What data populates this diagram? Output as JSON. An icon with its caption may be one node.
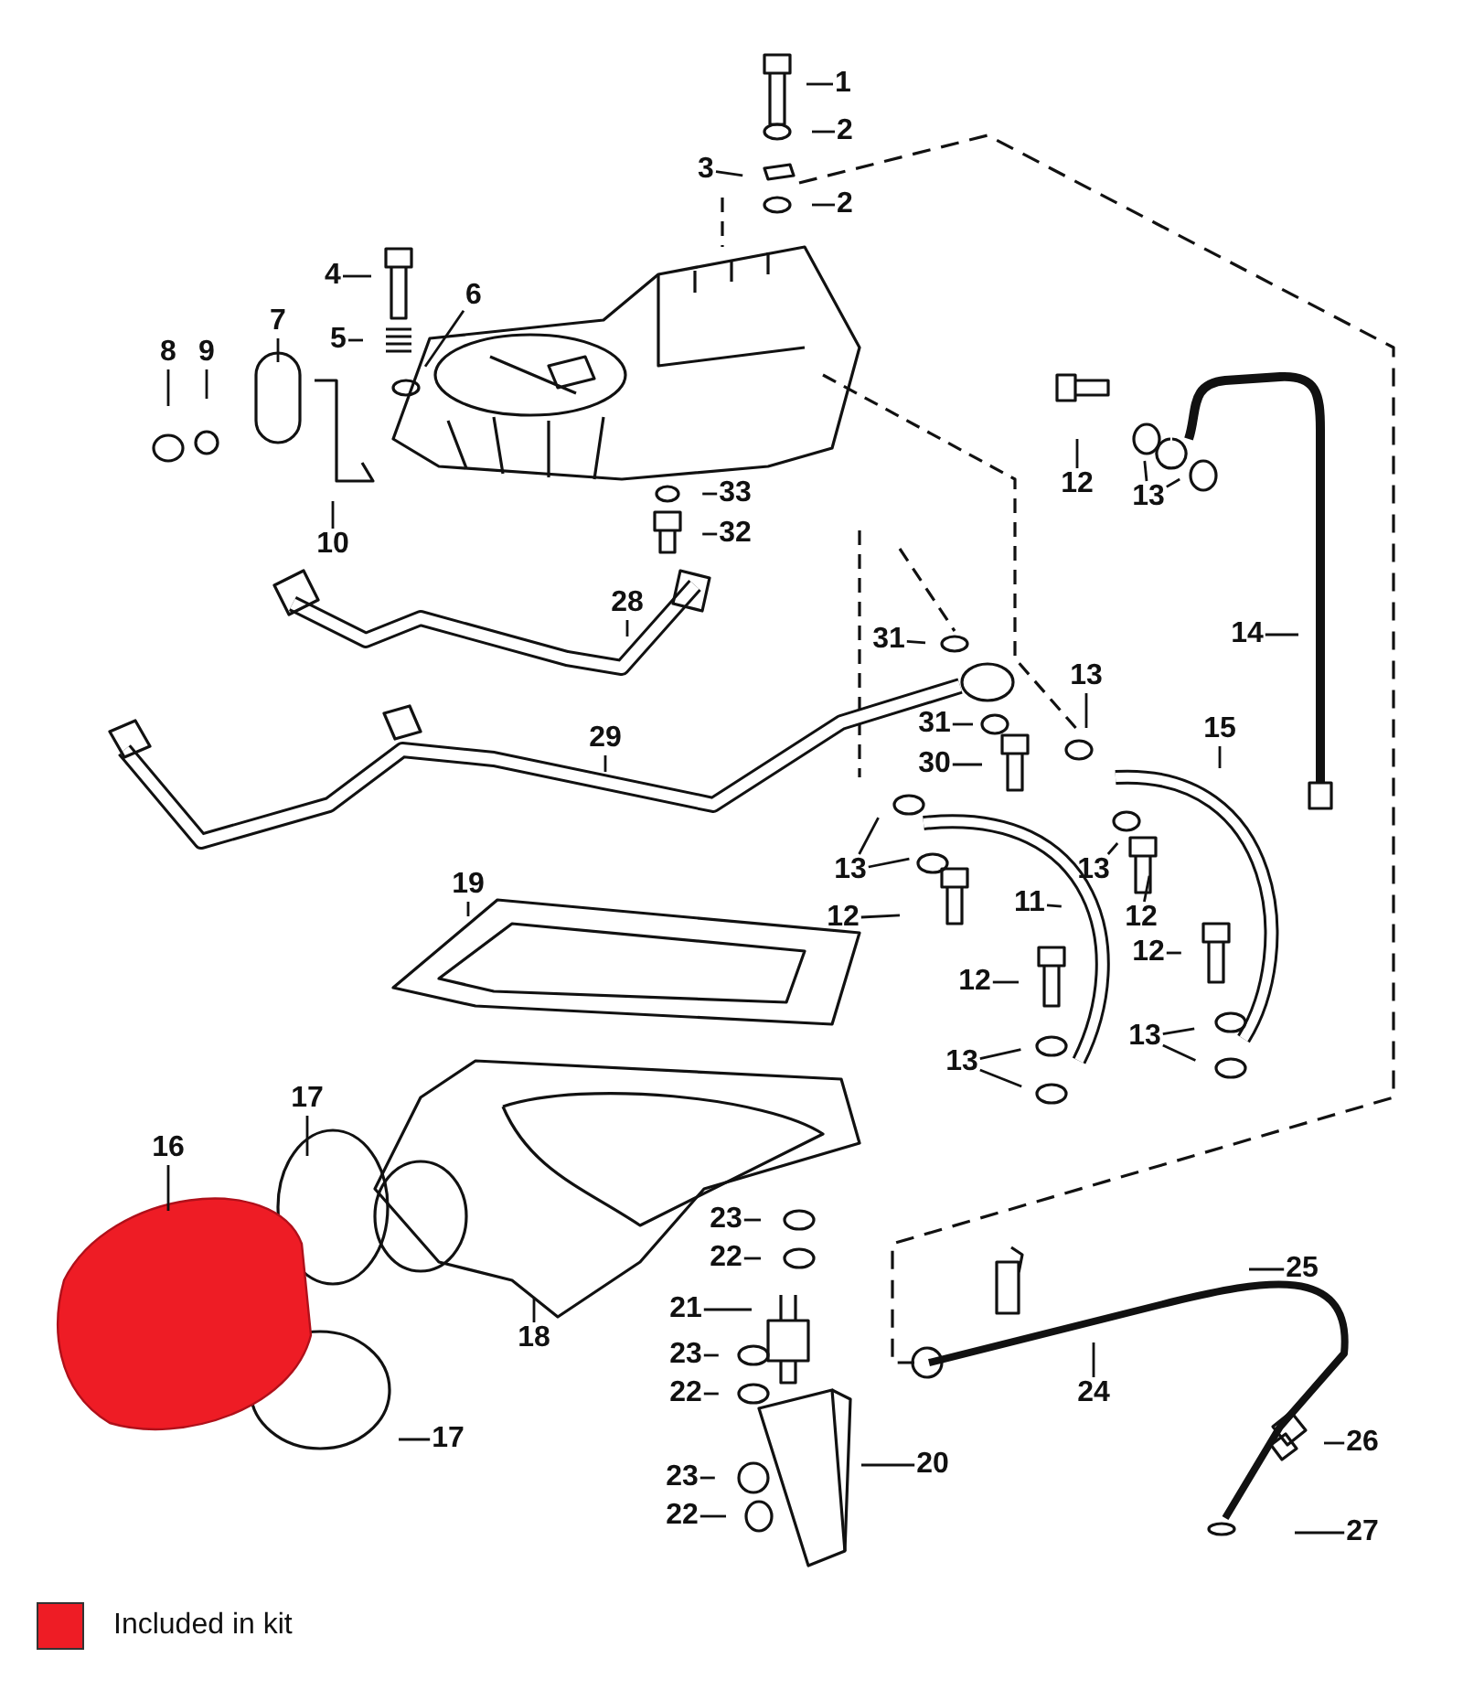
{
  "diagram": {
    "nodes": [
      {
        "text": [
          "1"
        ]
      },
      {
        "text": [
          "2"
        ]
      },
      {
        "text": [
          "3"
        ]
      },
      {
        "text": [
          "2"
        ]
      },
      {
        "text": [
          "4"
        ]
      },
      {
        "text": [
          "6"
        ]
      },
      {
        "text": [
          "5"
        ]
      },
      {
        "text": [
          "7"
        ]
      },
      {
        "text": [
          "8"
        ]
      },
      {
        "text": [
          "9"
        ]
      },
      {
        "text": [
          "10"
        ]
      },
      {
        "text": [
          "12"
        ]
      },
      {
        "text": [
          "13"
        ]
      },
      {
        "text": [
          "33"
        ]
      },
      {
        "text": [
          "32"
        ]
      },
      {
        "text": [
          "28"
        ]
      },
      {
        "text": [
          "14"
        ]
      },
      {
        "text": [
          "31"
        ]
      },
      {
        "text": [
          "13"
        ]
      },
      {
        "text": [
          "29"
        ]
      },
      {
        "text": [
          "31"
        ]
      },
      {
        "text": [
          "30"
        ]
      },
      {
        "text": [
          "15"
        ]
      },
      {
        "text": [
          "13"
        ]
      },
      {
        "text": [
          "13"
        ]
      },
      {
        "text": [
          "12"
        ]
      },
      {
        "text": [
          "11"
        ]
      },
      {
        "text": [
          "12"
        ]
      },
      {
        "text": [
          "19"
        ]
      },
      {
        "text": [
          "12"
        ]
      },
      {
        "text": [
          "12"
        ]
      },
      {
        "text": [
          "13"
        ]
      },
      {
        "text": [
          "13"
        ]
      },
      {
        "text": [
          "16"
        ]
      },
      {
        "text": [
          "17"
        ]
      },
      {
        "text": [
          "23"
        ]
      },
      {
        "text": [
          "22"
        ]
      },
      {
        "text": [
          "18"
        ]
      },
      {
        "text": [
          "25"
        ]
      },
      {
        "text": [
          "21"
        ]
      },
      {
        "text": [
          "23"
        ]
      },
      {
        "text": [
          "22"
        ]
      },
      {
        "text": [
          "24"
        ]
      },
      {
        "text": [
          "17"
        ]
      },
      {
        "text": [
          "26"
        ]
      },
      {
        "text": [
          "20"
        ]
      },
      {
        "text": [
          "23"
        ]
      },
      {
        "text": [
          "22"
        ]
      },
      {
        "text": [
          "27"
        ]
      }
    ],
    "edges": [
      {
        "from": 0,
        "to": null,
        "arrow": "none"
      },
      {
        "from": 1,
        "to": null,
        "arrow": "none"
      },
      {
        "from": 2,
        "to": null,
        "arrow": "none"
      },
      {
        "from": 3,
        "to": null,
        "arrow": "none"
      },
      {
        "from": 4,
        "to": null,
        "arrow": "none"
      },
      {
        "from": 5,
        "to": null,
        "arrow": "none"
      },
      {
        "from": 6,
        "to": null,
        "arrow": "none"
      },
      {
        "from": 7,
        "to": null,
        "arrow": "none"
      },
      {
        "from": 8,
        "to": null,
        "arrow": "none"
      },
      {
        "from": 9,
        "to": null,
        "arrow": "none"
      },
      {
        "from": 10,
        "to": null,
        "arrow": "none"
      },
      {
        "from": 11,
        "to": null,
        "arrow": "none"
      },
      {
        "from": 12,
        "to": null,
        "arrow": "none"
      },
      {
        "from": 12,
        "to": null,
        "arrow": "none"
      },
      {
        "from": 13,
        "to": null,
        "arrow": "none"
      },
      {
        "from": 14,
        "to": null,
        "arrow": "none"
      },
      {
        "from": 15,
        "to": null,
        "arrow": "none"
      },
      {
        "from": 16,
        "to": null,
        "arrow": "none"
      },
      {
        "from": 17,
        "to": null,
        "arrow": "none"
      },
      {
        "from": 18,
        "to": null,
        "arrow": "none"
      },
      {
        "from": 19,
        "to": null,
        "arrow": "none"
      },
      {
        "from": 20,
        "to": null,
        "arrow": "none"
      },
      {
        "from": 21,
        "to": null,
        "arrow": "none"
      },
      {
        "from": 22,
        "to": null,
        "arrow": "none"
      },
      {
        "from": 23,
        "to": null,
        "arrow": "none"
      },
      {
        "from": 23,
        "to": null,
        "arrow": "none"
      },
      {
        "from": 24,
        "to": null,
        "arrow": "none"
      },
      {
        "from": 25,
        "to": null,
        "arrow": "none"
      },
      {
        "from": 26,
        "to": null,
        "arrow": "none"
      },
      {
        "from": 27,
        "to": null,
        "arrow": "none"
      },
      {
        "from": 28,
        "to": null,
        "arrow": "none"
      },
      {
        "from": 29,
        "to": null,
        "arrow": "none"
      },
      {
        "from": 30,
        "to": null,
        "arrow": "none"
      },
      {
        "from": 31,
        "to": null,
        "arrow": "none"
      },
      {
        "from": 31,
        "to": null,
        "arrow": "none"
      },
      {
        "from": 32,
        "to": null,
        "arrow": "none"
      },
      {
        "from": 32,
        "to": null,
        "arrow": "none"
      },
      {
        "from": 33,
        "to": null,
        "arrow": "none"
      },
      {
        "from": 34,
        "to": null,
        "arrow": "none"
      },
      {
        "from": 35,
        "to": null,
        "arrow": "none"
      },
      {
        "from": 36,
        "to": null,
        "arrow": "none"
      },
      {
        "from": 37,
        "to": null,
        "arrow": "none"
      },
      {
        "from": 38,
        "to": null,
        "arrow": "none"
      },
      {
        "from": 39,
        "to": null,
        "arrow": "none"
      },
      {
        "from": 40,
        "to": null,
        "arrow": "none"
      },
      {
        "from": 41,
        "to": null,
        "arrow": "none"
      },
      {
        "from": 42,
        "to": null,
        "arrow": "none"
      },
      {
        "from": 43,
        "to": null,
        "arrow": "none"
      },
      {
        "from": 44,
        "to": null,
        "arrow": "none"
      },
      {
        "from": 45,
        "to": null,
        "arrow": "none"
      },
      {
        "from": 46,
        "to": null,
        "arrow": "none"
      },
      {
        "from": 47,
        "to": null,
        "arrow": "none"
      },
      {
        "from": 48,
        "to": null,
        "arrow": "none"
      }
    ],
    "legend": [
      {
        "text": "Included in kit",
        "color": "#ee1c25"
      }
    ]
  }
}
